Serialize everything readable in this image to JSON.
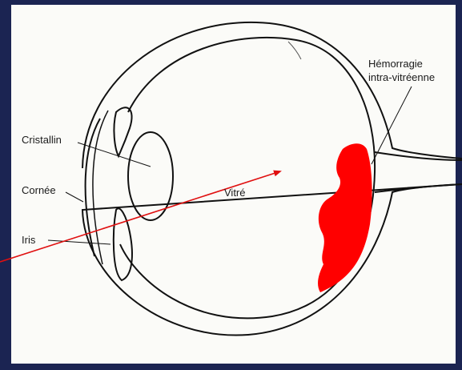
{
  "diagram": {
    "labels": {
      "hemorrhage_line1": "Hémorragie",
      "hemorrhage_line2": "intra-vitréenne",
      "lens": "Cristallin",
      "cornea": "Cornée",
      "vitreous": "Vitré",
      "iris": "Iris"
    },
    "colors": {
      "hemorrhage": "#ff0000",
      "arrow": "#e01010",
      "outline": "#111111",
      "background": "#fbfbf8",
      "frame": "#1b2452"
    }
  }
}
